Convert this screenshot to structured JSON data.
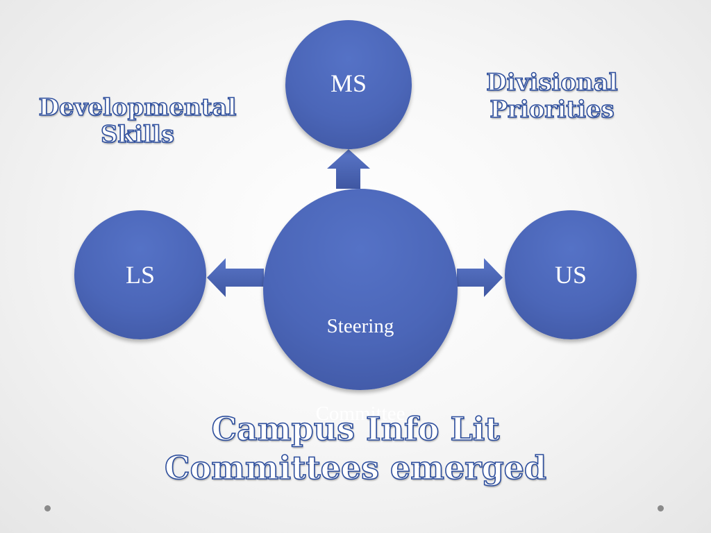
{
  "diagram": {
    "nodes": {
      "ms": "MS",
      "ls": "LS",
      "us": "US",
      "steering_line1": "Steering",
      "steering_line2": "Committee"
    },
    "labels": {
      "developmental_line1": "Developmental",
      "developmental_line2": "Skills",
      "divisional_line1": "Divisional",
      "divisional_line2": "Priorities",
      "campus_line1": "Campus Info Lit",
      "campus_line2": "Committees emerged"
    },
    "colors": {
      "node_fill": "#4b66b8",
      "label_outline": "#2c4d9c"
    }
  }
}
